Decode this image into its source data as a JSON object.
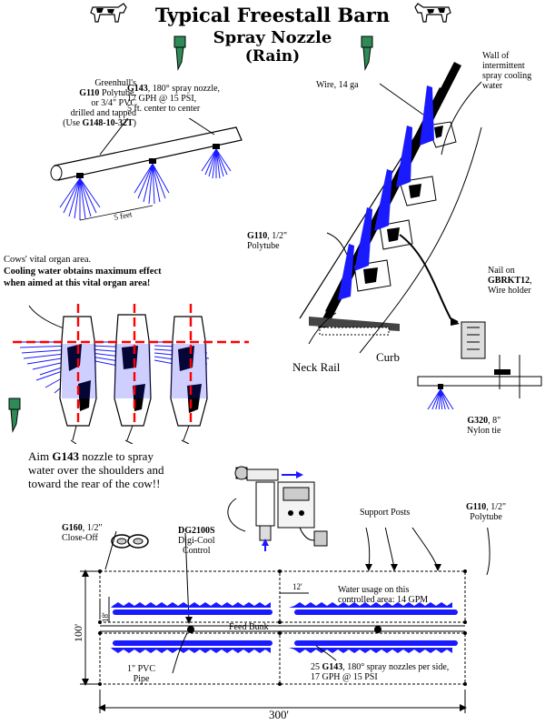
{
  "title": {
    "line1": "Typical Freestall Barn",
    "line2": "Spray Nozzle",
    "line3": "(Rain)"
  },
  "polytube_note": {
    "line1": "Greenhull's",
    "code": "G110",
    "line2_suffix": " Polytube,",
    "line3": "or 3/4\" PVC",
    "line4": "drilled and tapped",
    "line5_prefix": "(Use ",
    "line5_code": "G148-10-32T",
    "line5_suffix": ")"
  },
  "nozzle_note": {
    "code": "G143",
    "line1_suffix": ", 180° spray nozzle,",
    "line2": "17 GPH @ 15 PSI,",
    "line3": "5 ft. center to center"
  },
  "five_feet": "5 feet",
  "wire_label": "Wire, 14 ga",
  "wall_label": {
    "l1": "Wall of",
    "l2": "intermittent",
    "l3": "spray cooling",
    "l4": "water"
  },
  "g110_side": {
    "code": "G110",
    "l1_suffix": ", 1/2\"",
    "l2": "Polytube"
  },
  "vital": {
    "l1": "Cows' vital organ area.",
    "l2": "Cooling water obtains maximum effect",
    "l3": "when aimed at this vital organ area!"
  },
  "nail": {
    "l1": "Nail on",
    "code": "GBRKT12",
    "l2_suffix": ",",
    "l3": "Wire holder"
  },
  "neck_rail": "Neck Rail",
  "curb": "Curb",
  "g320": {
    "code": "G320",
    "l1_suffix": ", 8\"",
    "l2": "Nylon tie"
  },
  "aim": {
    "l1_prefix": "Aim ",
    "code": "G143",
    "l1_suffix": " nozzle to spray",
    "l2": "water over the shoulders and",
    "l3": "toward the rear of the cow!!"
  },
  "g160": {
    "code": "G160",
    "l1_suffix": ", 1/2\"",
    "l2": "Close-Off"
  },
  "dg": {
    "code": "DG2100S",
    "l2": "Digi-Cool",
    "l3": "Control"
  },
  "support_posts": "Support Posts",
  "g110_plan": {
    "code": "G110",
    "l1_suffix": ", 1/2\"",
    "l2": "Polytube"
  },
  "water_usage": {
    "l1": "Water usage on this",
    "l2": "controlled area: 14 GPM"
  },
  "dim_12": "12'",
  "dim_18": "18'",
  "dim_100": "100'",
  "dim_300": "300'",
  "feed_bunk": "Feed Bunk",
  "pvc": {
    "l1": "1\" PVC",
    "l2": "Pipe"
  },
  "per_side": {
    "l1_prefix": "25 ",
    "code": "G143",
    "l1_suffix": ", 180° spray nozzles per side,",
    "l2": "17 GPH @ 15 PSI"
  },
  "colors": {
    "spray": "#1a1aff",
    "guide": "#ff0000",
    "ink": "#000000"
  }
}
